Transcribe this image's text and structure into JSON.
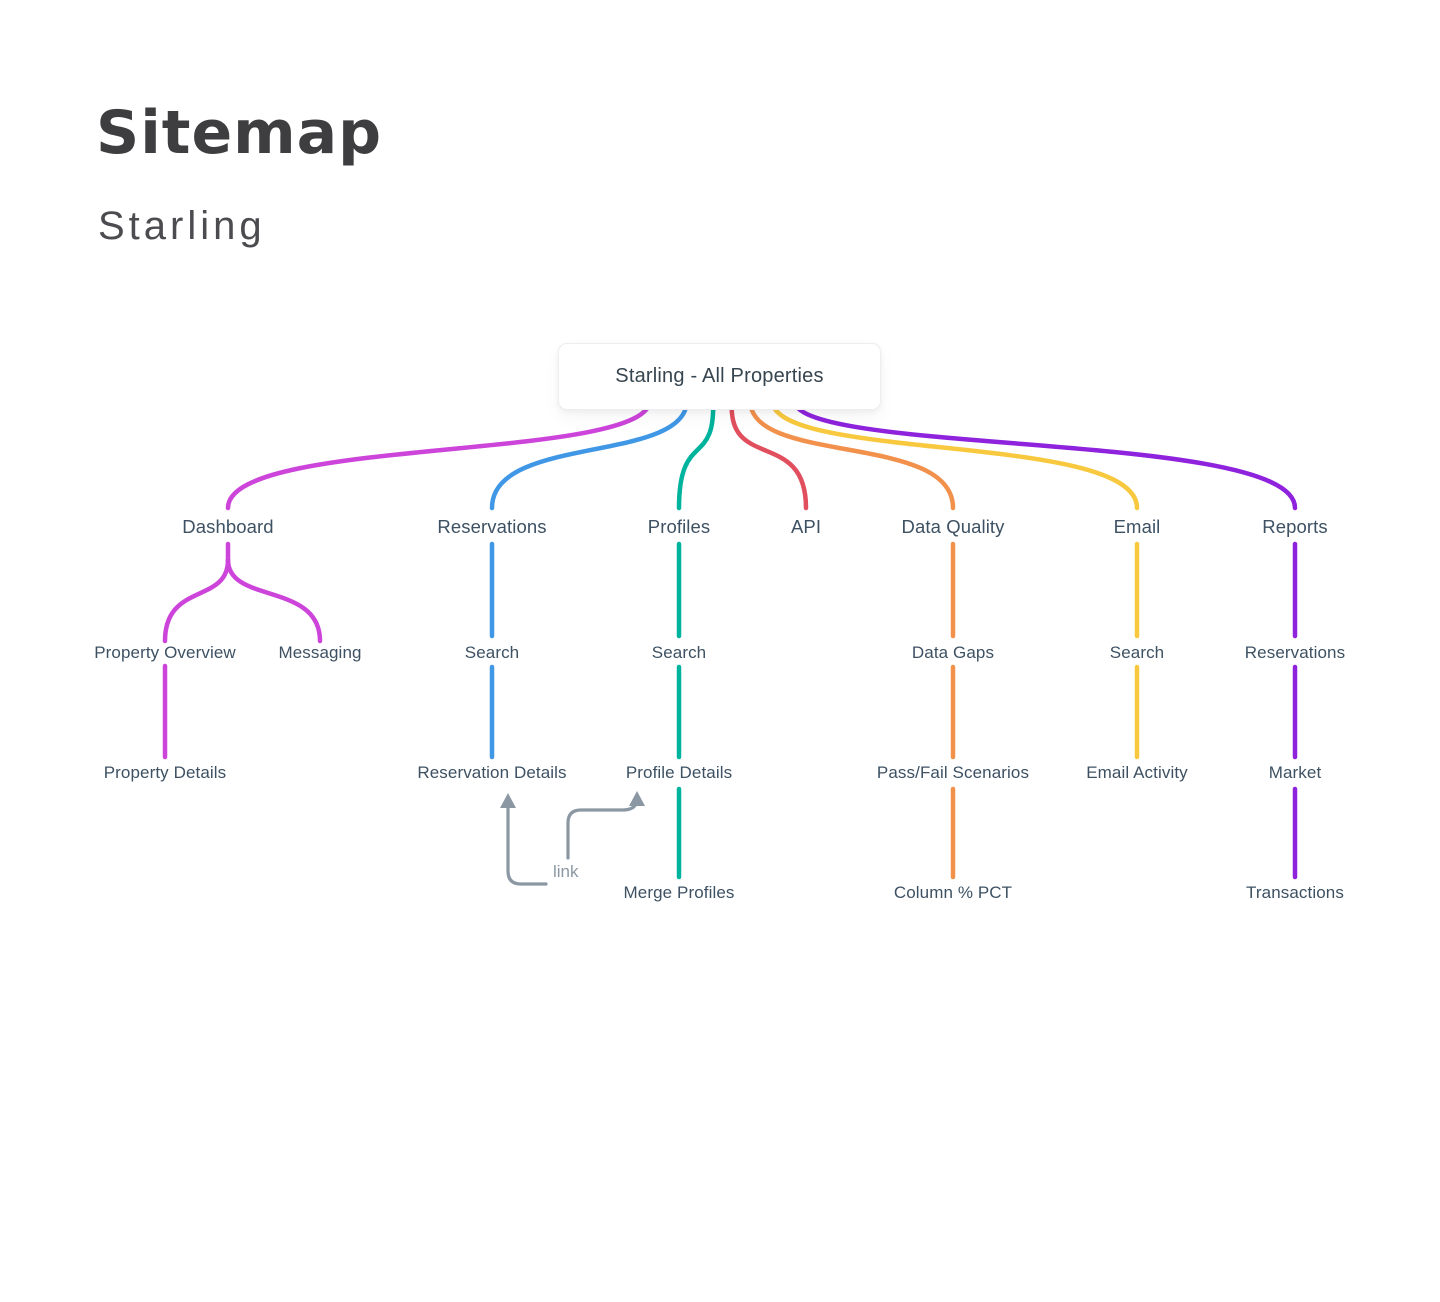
{
  "header": {
    "title": "Sitemap",
    "subtitle": "Starling"
  },
  "root": {
    "label": "Starling - All Properties"
  },
  "tree": {
    "branches": [
      {
        "label": "Dashboard",
        "color": "#cc44da",
        "children": [
          {
            "label": "Property Overview",
            "children": [
              {
                "label": "Property Details"
              }
            ]
          },
          {
            "label": "Messaging"
          }
        ]
      },
      {
        "label": "Reservations",
        "color": "#3f97e6",
        "children": [
          {
            "label": "Search",
            "children": [
              {
                "label": "Reservation Details"
              }
            ]
          }
        ]
      },
      {
        "label": "Profiles",
        "color": "#00b39c",
        "children": [
          {
            "label": "Search",
            "children": [
              {
                "label": "Profile Details",
                "children": [
                  {
                    "label": "Merge Profiles"
                  }
                ]
              }
            ]
          }
        ]
      },
      {
        "label": "API",
        "color": "#e14f5e",
        "children": []
      },
      {
        "label": "Data Quality",
        "color": "#f2914c",
        "children": [
          {
            "label": "Data Gaps",
            "children": [
              {
                "label": "Pass/Fail Scenarios",
                "children": [
                  {
                    "label": "Column % PCT"
                  }
                ]
              }
            ]
          }
        ]
      },
      {
        "label": "Email",
        "color": "#f8c93e",
        "children": [
          {
            "label": "Search",
            "children": [
              {
                "label": "Email Activity"
              }
            ]
          }
        ]
      },
      {
        "label": "Reports",
        "color": "#8e22dd",
        "children": [
          {
            "label": "Reservations",
            "children": [
              {
                "label": "Market",
                "children": [
                  {
                    "label": "Transactions"
                  }
                ]
              }
            ]
          }
        ]
      }
    ]
  },
  "annotation": {
    "label": "link"
  },
  "colors": {
    "page_bg": "#ffffff",
    "title_text": "#3e3e41",
    "subtitle_text": "#4c4c50",
    "node_text": "#3d5163",
    "root_text": "#36454f",
    "card_bg": "#ffffff",
    "card_border": "#eeeef2",
    "link_gray": "#8b98a4"
  }
}
